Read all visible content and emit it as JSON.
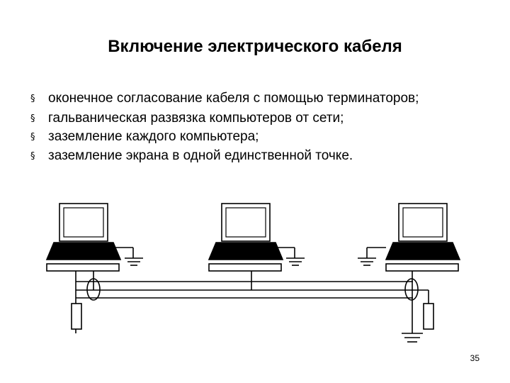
{
  "slide": {
    "title": "Включение электрического кабеля",
    "bullets": [
      "оконечное согласование кабеля с помощью терминаторов;",
      "гальваническая развязка компьютеров от сети;",
      "заземление каждого компьютера;",
      "заземление экрана в одной единственной точке."
    ],
    "bullet_marker": "§",
    "page_number": "35"
  },
  "diagram": {
    "computers": [
      "computer-left",
      "computer-middle",
      "computer-right"
    ],
    "stroke_color": "#000000"
  }
}
